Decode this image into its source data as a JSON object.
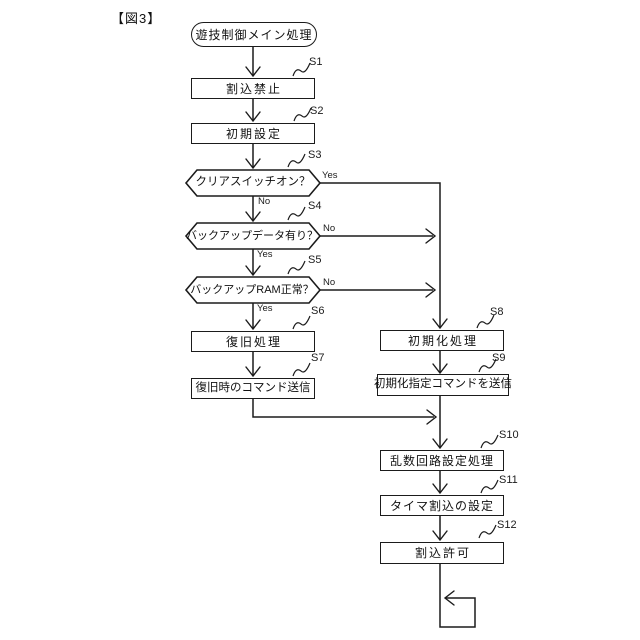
{
  "figure_title": "【図3】",
  "nodes": {
    "start": {
      "label": "遊技制御メイン処理",
      "type": "terminator"
    },
    "s1": {
      "step": "S1",
      "label": "割込禁止",
      "type": "process"
    },
    "s2": {
      "step": "S2",
      "label": "初期設定",
      "type": "process"
    },
    "s3": {
      "step": "S3",
      "label": "クリアスイッチオン？",
      "type": "decision"
    },
    "s4": {
      "step": "S4",
      "label": "バックアップデータ有り？",
      "type": "decision"
    },
    "s5": {
      "step": "S5",
      "label": "バックアップRAM正常？",
      "type": "decision"
    },
    "s6": {
      "step": "S6",
      "label": "復旧処理",
      "type": "process"
    },
    "s7": {
      "step": "S7",
      "label": "復旧時のコマンド送信",
      "type": "process"
    },
    "s8": {
      "step": "S8",
      "label": "初期化処理",
      "type": "process"
    },
    "s9": {
      "step": "S9",
      "label": "初期化指定コマンドを送信",
      "type": "process"
    },
    "s10": {
      "step": "S10",
      "label": "乱数回路設定処理",
      "type": "process"
    },
    "s11": {
      "step": "S11",
      "label": "タイマ割込の設定",
      "type": "process"
    },
    "s12": {
      "step": "S12",
      "label": "割込許可",
      "type": "process"
    }
  },
  "edge_labels": {
    "s3_yes": "Yes",
    "s3_no": "No",
    "s4_no": "No",
    "s4_yes": "Yes",
    "s5_no": "No",
    "s5_yes": "Yes"
  },
  "edges": [
    {
      "from": "start",
      "to": "S1"
    },
    {
      "from": "S1",
      "to": "S2"
    },
    {
      "from": "S2",
      "to": "S3"
    },
    {
      "from": "S3",
      "to": "S8",
      "label": "Yes"
    },
    {
      "from": "S3",
      "to": "S4",
      "label": "No"
    },
    {
      "from": "S4",
      "to": "S8",
      "label": "No"
    },
    {
      "from": "S4",
      "to": "S5",
      "label": "Yes"
    },
    {
      "from": "S5",
      "to": "S8",
      "label": "No"
    },
    {
      "from": "S5",
      "to": "S6",
      "label": "Yes"
    },
    {
      "from": "S6",
      "to": "S7"
    },
    {
      "from": "S7",
      "to": "S10"
    },
    {
      "from": "S8",
      "to": "S9"
    },
    {
      "from": "S9",
      "to": "S10"
    },
    {
      "from": "S10",
      "to": "S11"
    },
    {
      "from": "S11",
      "to": "S12"
    },
    {
      "from": "S12",
      "to": "loop",
      "note": "endless loop at bottom"
    }
  ],
  "colors": {
    "line": "#1b1b1b",
    "background": "#ffffff"
  }
}
